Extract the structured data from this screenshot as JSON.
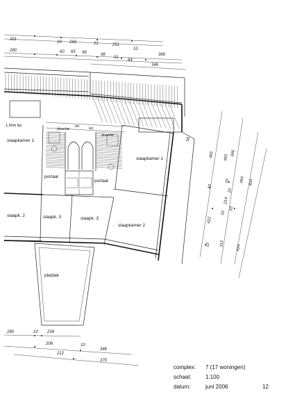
{
  "rooms": {
    "slaapkamer_left": "slaapkamer 1",
    "slaapkamer_right": "slaapkamer 1",
    "portaal_left": "portaal",
    "portaal_right": "portaal",
    "slaapk2": "slaapk. 2",
    "slaapk3_left": "slaapk. 3",
    "slaapk3_right": "slaapk. 3",
    "slaapkamer2": "slaapkamer 2",
    "platdak": "platdak",
    "douche_left": "douche",
    "douche_right": "douche",
    "wc_left": "wc",
    "wc_right": "wc",
    "lijn": "1,50m lijn"
  },
  "dimensions": {
    "top_row1": [
      "321",
      "10",
      "243",
      "21",
      "251",
      "10",
      "366"
    ],
    "top_row2": [
      "280",
      "60",
      "65",
      "98",
      "98",
      "91",
      "64",
      "346"
    ],
    "bottom": [
      "280",
      "10",
      "234",
      "206",
      "10",
      "346",
      "212",
      "370"
    ],
    "right": [
      "465",
      "465",
      "346",
      "464",
      "404",
      "10",
      "10",
      "10",
      "422",
      "214",
      "10",
      "10",
      "315",
      "414",
      "12",
      "58"
    ]
  },
  "info": {
    "complex_label": "complex:",
    "complex_value": "7  (17 woningen)",
    "schaal_label": "schaal:",
    "schaal_value": "1:100",
    "datum_label": "datum:",
    "datum_value": "juni 2006",
    "page_number": "12"
  }
}
